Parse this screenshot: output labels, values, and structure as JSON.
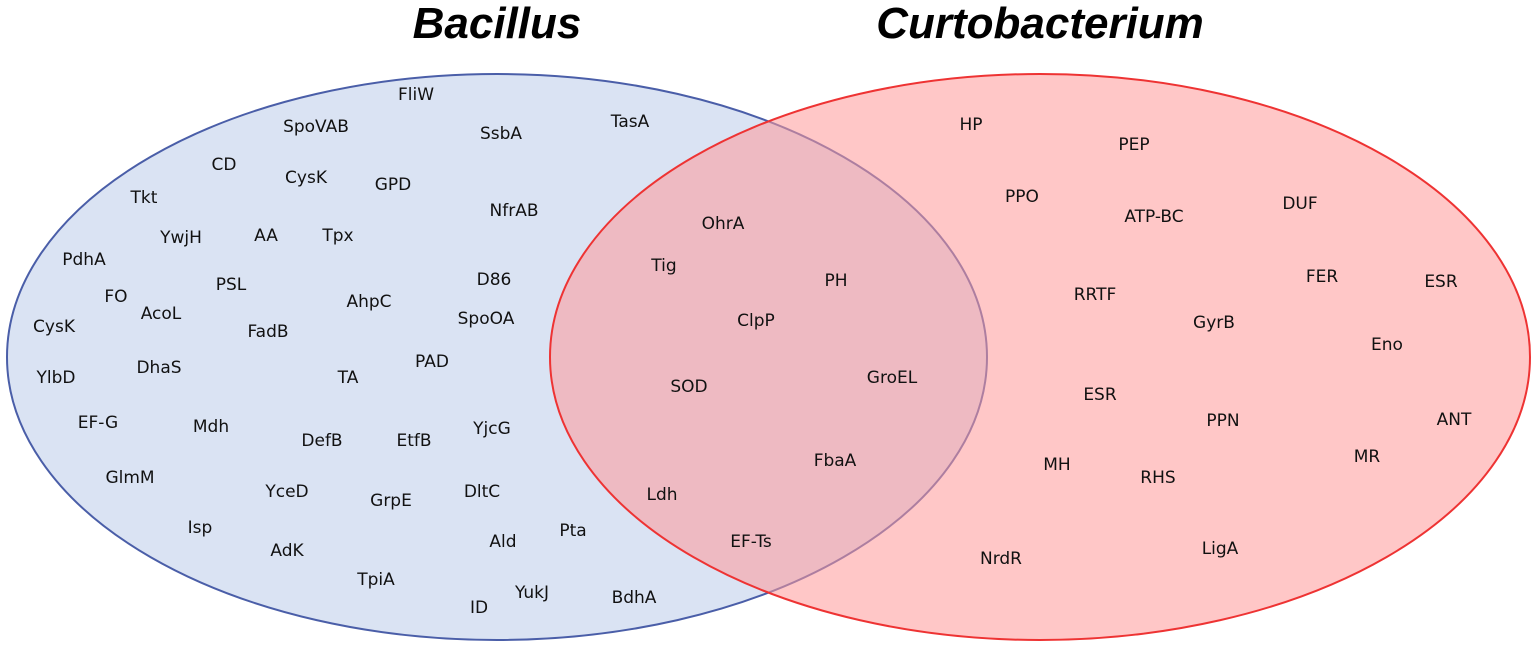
{
  "sets": [
    {
      "name": "Bacillus",
      "fill": "#dae3f3",
      "stroke": "#4a5ea8"
    },
    {
      "name": "Curtobacterium",
      "fill": "#ff9999",
      "stroke": "#ee3333"
    }
  ],
  "only_left": [
    "FliW",
    "SpoVAB",
    "SsbA",
    "TasA",
    "CD",
    "CysK",
    "GPD",
    "Tkt",
    "NfrAB",
    "YwjH",
    "AA",
    "Tpx",
    "PdhA",
    "D86",
    "FO",
    "PSL",
    "AcoL",
    "AhpC",
    "SpoOA",
    "CysK",
    "FadB",
    "YlbD",
    "DhaS",
    "TA",
    "PAD",
    "EF-G",
    "Mdh",
    "DefB",
    "EtfB",
    "YjcG",
    "GlmM",
    "YceD",
    "GrpE",
    "DltC",
    "Isp",
    "Pta",
    "AdK",
    "Ald",
    "TpiA",
    "YukJ",
    "BdhA",
    "ID"
  ],
  "intersection": [
    "OhrA",
    "Tig",
    "PH",
    "ClpP",
    "SOD",
    "GroEL",
    "FbaA",
    "Ldh",
    "EF-Ts"
  ],
  "only_right": [
    "HP",
    "PEP",
    "PPO",
    "ATP-BC",
    "DUF",
    "FER",
    "ESR",
    "RRTF",
    "GyrB",
    "Eno",
    "ESR",
    "PPN",
    "ANT",
    "MH",
    "RHS",
    "MR",
    "NrdR",
    "LigA"
  ]
}
